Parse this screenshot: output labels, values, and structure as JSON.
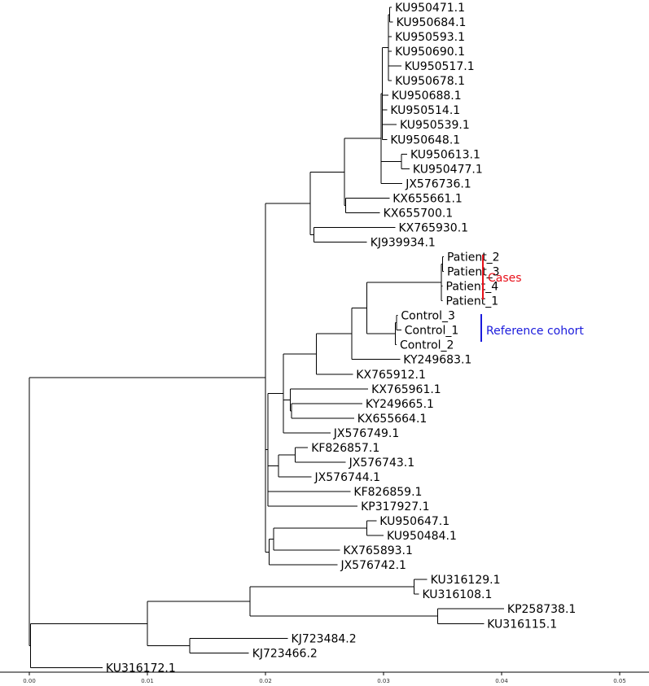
{
  "colors": {
    "branch": "#000000",
    "cases": "#e8101a",
    "reference": "#1a1adc"
  },
  "scale": {
    "min": 0.0,
    "max": 0.05,
    "ticks": [
      "0.00",
      "0.01",
      "0.02",
      "0.03",
      "0.04",
      "0.05"
    ]
  },
  "groups": {
    "cases": {
      "label": "Cases",
      "color": "#e8101a",
      "tips": [
        "Patient_2",
        "Patient_1"
      ]
    },
    "reference": {
      "label": "Reference cohort",
      "color": "#1a1adc",
      "tips": [
        "Control_3",
        "Control_1"
      ]
    }
  },
  "tree": {
    "b": 0,
    "c": [
      {
        "b": 0.02,
        "c": [
          {
            "b": 0.0038,
            "c": [
              {
                "b": 0.0029,
                "c": [
                  {
                    "b": 0.0031,
                    "c": [
                      {
                        "b": 0.0001,
                        "c": [
                          {
                            "b": 0.0005,
                            "c": [
                              {
                                "b": 0.0001,
                                "c": [
                                  {
                                    "n": "KU950471.1",
                                    "b": 0.0002
                                  },
                                  {
                                    "n": "KU950684.1",
                                    "b": 0.0003
                                  }
                                ]
                              },
                              {
                                "n": "KU950593.1",
                                "b": 0.0003
                              },
                              {
                                "n": "KU950690.1",
                                "b": 0.0003
                              },
                              {
                                "n": "KU950517.1",
                                "b": 0.0011
                              },
                              {
                                "n": "KU950678.1",
                                "b": 0.0003
                              }
                            ]
                          },
                          {
                            "n": "KU950688.1",
                            "b": 0.0005
                          },
                          {
                            "n": "KU950514.1",
                            "b": 0.0004
                          },
                          {
                            "n": "KU950539.1",
                            "b": 0.0012
                          },
                          {
                            "n": "KU950648.1",
                            "b": 0.0004
                          }
                        ]
                      },
                      {
                        "b": 0.0017,
                        "c": [
                          {
                            "n": "KU950613.1",
                            "b": 0.0005
                          },
                          {
                            "n": "KU950477.1",
                            "b": 0.0007
                          }
                        ]
                      },
                      {
                        "n": "JX576736.1",
                        "b": 0.0018
                      }
                    ]
                  },
                  {
                    "b": 0.0001,
                    "c": [
                      {
                        "n": "KX655661.1",
                        "b": 0.0037
                      },
                      {
                        "n": "KX655700.1",
                        "b": 0.0029
                      }
                    ]
                  }
                ]
              },
              {
                "b": 0.0003,
                "c": [
                  {
                    "n": "KX765930.1",
                    "b": 0.0069
                  },
                  {
                    "n": "KJ939934.1",
                    "b": 0.0045
                  }
                ]
              }
            ]
          },
          {
            "b": 0.0002,
            "c": [
              {
                "b": 0.0013,
                "c": [
                  {
                    "b": 0.0028,
                    "c": [
                      {
                        "b": 0.003,
                        "c": [
                          {
                            "b": 0.0013,
                            "c": [
                              {
                                "b": 0.0062,
                                "c": [
                                  {
                                    "b": 0.0001,
                                    "c": [
                                      {
                                        "b": 0.0001,
                                        "c": [
                                          {
                                            "n": "Patient_2",
                                            "b": 0.0001
                                          },
                                          {
                                            "n": "Patient_3",
                                            "b": 0.0001
                                          }
                                        ]
                                      },
                                      {
                                        "n": "Patient_4",
                                        "b": 0.0001
                                      },
                                      {
                                        "n": "Patient_1",
                                        "b": 0.0001
                                      }
                                    ]
                                  }
                                ]
                              },
                              {
                                "b": 0.0024,
                                "c": [
                                  {
                                    "b": 0.0001,
                                    "c": [
                                      {
                                        "n": "Control_3",
                                        "b": 0.0001
                                      },
                                      {
                                        "n": "Control_1",
                                        "b": 0.0004
                                      }
                                    ]
                                  },
                                  {
                                    "n": "Control_2",
                                    "b": 0.0001
                                  }
                                ]
                              }
                            ]
                          },
                          {
                            "n": "KY249683.1",
                            "b": 0.0041
                          }
                        ]
                      },
                      {
                        "n": "KX765912.1",
                        "b": 0.0031
                      }
                    ]
                  },
                  {
                    "b": 0.0006,
                    "c": [
                      {
                        "n": "KX765961.1",
                        "b": 0.0066
                      },
                      {
                        "b": 0.0001,
                        "c": [
                          {
                            "n": "KY249665.1",
                            "b": 0.006
                          },
                          {
                            "n": "KX655664.1",
                            "b": 0.0053
                          }
                        ]
                      }
                    ]
                  },
                  {
                    "n": "JX576749.1",
                    "b": 0.004
                  }
                ]
              },
              {
                "b": 0.0009,
                "c": [
                  {
                    "b": 0.0014,
                    "c": [
                      {
                        "n": "KF826857.1",
                        "b": 0.0011
                      },
                      {
                        "n": "JX576743.1",
                        "b": 0.0043
                      }
                    ]
                  },
                  {
                    "n": "JX576744.1",
                    "b": 0.0028
                  }
                ]
              },
              {
                "n": "KF826859.1",
                "b": 0.007
              },
              {
                "n": "KP317927.1",
                "b": 0.0076
              }
            ]
          },
          {
            "b": 0.0003,
            "c": [
              {
                "b": 0.0004,
                "c": [
                  {
                    "b": 0.0079,
                    "c": [
                      {
                        "n": "KU950647.1",
                        "b": 0.0008
                      },
                      {
                        "n": "KU950484.1",
                        "b": 0.0014
                      }
                    ]
                  },
                  {
                    "n": "KX765893.1",
                    "b": 0.0056
                  }
                ]
              },
              {
                "n": "JX576742.1",
                "b": 0.0058
              }
            ]
          }
        ]
      },
      {
        "b": 0.0001,
        "c": [
          {
            "b": 0.0099,
            "c": [
              {
                "b": 0.0087,
                "c": [
                  {
                    "b": 0.0139,
                    "c": [
                      {
                        "n": "KU316129.1",
                        "b": 0.0011
                      },
                      {
                        "n": "KU316108.1",
                        "b": 0.0004
                      }
                    ]
                  },
                  {
                    "b": 0.0159,
                    "c": [
                      {
                        "n": "KP258738.1",
                        "b": 0.0056
                      },
                      {
                        "n": "KU316115.1",
                        "b": 0.0039
                      }
                    ]
                  }
                ]
              },
              {
                "b": 0.0036,
                "c": [
                  {
                    "n": "KJ723484.2",
                    "b": 0.0083
                  },
                  {
                    "n": "KJ723466.2",
                    "b": 0.005
                  }
                ]
              }
            ]
          },
          {
            "n": "KU316172.1",
            "b": 0.0061
          }
        ]
      }
    ]
  }
}
